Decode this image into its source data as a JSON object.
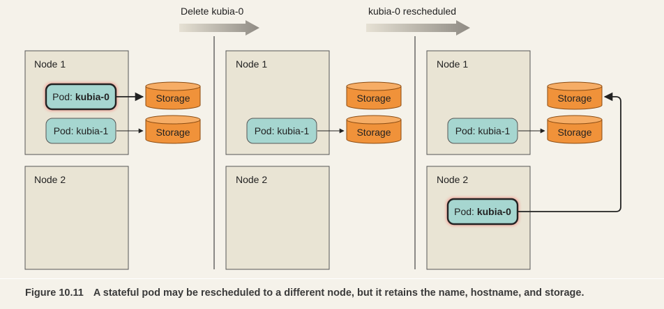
{
  "steps": {
    "delete_label": "Delete kubia-0",
    "reschedule_label": "kubia-0 rescheduled"
  },
  "node_labels": {
    "node1": "Node 1",
    "node2": "Node 2"
  },
  "pod_prefix": "Pod: ",
  "pod_names": {
    "kubia0": "kubia-0",
    "kubia1": "kubia-1"
  },
  "pod_full": {
    "kubia1": "Pod: kubia-1"
  },
  "storage_label": "Storage",
  "caption": {
    "figure_number": "Figure 10.11",
    "text": "A stateful pod may be rescheduled to a different node, but it retains the name, hostname, and storage."
  },
  "colors": {
    "node_fill": "#e9e4d4",
    "pod_fill": "#a6d6d0",
    "storage_fill": "#f0923a",
    "storage_stroke": "#8a4a10"
  }
}
